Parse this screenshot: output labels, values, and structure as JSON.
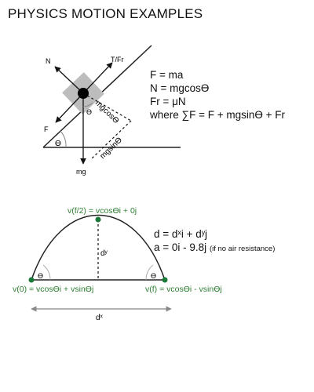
{
  "title": "PHYSICS MOTION EXAMPLES",
  "incline": {
    "labels": {
      "normal": "N",
      "applied": "T/Fr",
      "friction": "F",
      "weight": "mg",
      "theta": "ϴ",
      "perp_component": "mgcosϴ",
      "parallel_component": "mgsinϴ"
    },
    "equations": [
      "F = ma",
      "N = mgcosϴ",
      "Fr = μN",
      "where ∑F = F + mgsinϴ + Fr"
    ]
  },
  "projectile": {
    "labels": {
      "start_velocity": "v(0) = vcosϴi + vsinϴj",
      "peak_velocity": "v(f/2) = vcosϴi + 0j",
      "end_velocity": "v(f) = vcosϴi - vsinϴj",
      "height": "dʸ",
      "range": "dˣ",
      "theta": "ϴ"
    },
    "equations": {
      "displacement": "d = dˣi + dʸj",
      "acceleration": "a = 0i - 9.8j",
      "acceleration_note": "(if no air resistance)"
    }
  },
  "colors": {
    "green": "#2e7d32",
    "point": "#1a7a3a",
    "block": "#bdbdbd",
    "gray": "#888888",
    "ink": "#111111"
  }
}
